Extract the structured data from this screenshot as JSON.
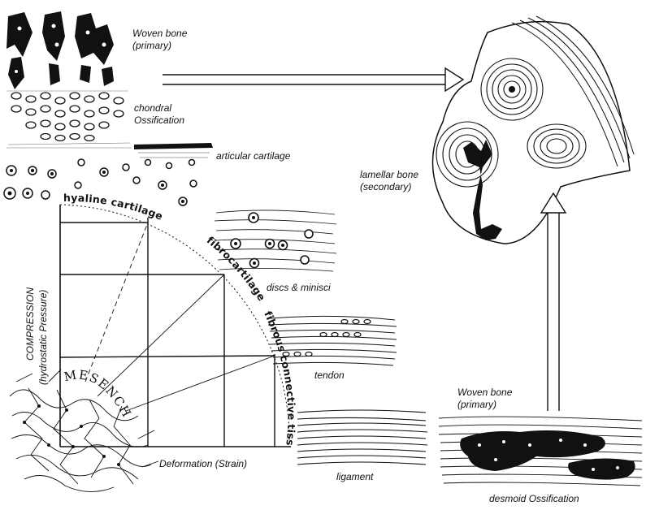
{
  "labels": {
    "woven_bone_top": [
      "Woven bone",
      "(primary)"
    ],
    "chondral": [
      "chondral",
      "Ossification"
    ],
    "articular": "articular cartilage",
    "lamellar": [
      "lamellar bone",
      "(secondary)"
    ],
    "discs": "discs & minisci",
    "tendon": "tendon",
    "ligament": "ligament",
    "woven_bone_bottom": [
      "Woven bone",
      "(primary)"
    ],
    "desmoid": "desmoid Ossification",
    "deformation": "Deformation (Strain)"
  },
  "axis": {
    "compression": "COMPRESSION",
    "pressure": "(hydrostatic Pressure)"
  },
  "arc_labels": {
    "hyaline": "hyaline cartilage",
    "fibrocartilage": "fibrocartilage",
    "fibrous": "fibrous connective tissue",
    "mesenchyme": "MESENCHYM"
  },
  "colors": {
    "ink": "#111111",
    "paper": "#ffffff"
  }
}
